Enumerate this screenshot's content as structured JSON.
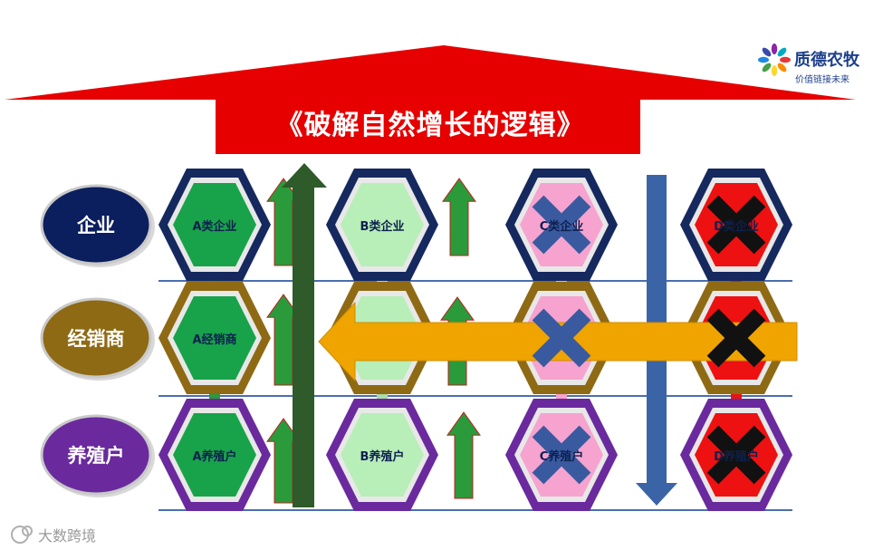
{
  "title": "《破解自然增长的逻辑》",
  "brand": {
    "name": "质德农牧",
    "slogan": "价值链接未来"
  },
  "watermark": "大数跨境",
  "rows": [
    {
      "label": "企业",
      "color": "#0b1e5e"
    },
    {
      "label": "经销商",
      "color": "#8f6a14"
    },
    {
      "label": "养殖户",
      "color": "#6a2a9e"
    }
  ],
  "columns": [
    "A",
    "B",
    "C",
    "D"
  ],
  "nodes": [
    {
      "row": 0,
      "col": 0,
      "label": "A类企业",
      "fill": "#18a34a",
      "ring": "#15295f",
      "crossed": false
    },
    {
      "row": 0,
      "col": 1,
      "label": "B类企业",
      "fill": "#b8eeb8",
      "ring": "#15295f",
      "crossed": false
    },
    {
      "row": 0,
      "col": 2,
      "label": "C类企业",
      "fill": "#f6a3cf",
      "ring": "#15295f",
      "crossed": true
    },
    {
      "row": 0,
      "col": 3,
      "label": "D类企业",
      "fill": "#ee1111",
      "ring": "#15295f",
      "crossed": true
    },
    {
      "row": 1,
      "col": 0,
      "label": "A经销商",
      "fill": "#18a34a",
      "ring": "#8f6a14",
      "crossed": false
    },
    {
      "row": 1,
      "col": 1,
      "label": "",
      "fill": "#b8eeb8",
      "ring": "#8f6a14",
      "crossed": false
    },
    {
      "row": 1,
      "col": 2,
      "label": "",
      "fill": "#f6a3cf",
      "ring": "#8f6a14",
      "crossed": true
    },
    {
      "row": 1,
      "col": 3,
      "label": "",
      "fill": "#ee1111",
      "ring": "#8f6a14",
      "crossed": true
    },
    {
      "row": 2,
      "col": 0,
      "label": "A养殖户",
      "fill": "#18a34a",
      "ring": "#6a2a9e",
      "crossed": false
    },
    {
      "row": 2,
      "col": 1,
      "label": "B养殖户",
      "fill": "#b8eeb8",
      "ring": "#6a2a9e",
      "crossed": false
    },
    {
      "row": 2,
      "col": 2,
      "label": "C养殖户",
      "fill": "#f6a3cf",
      "ring": "#6a2a9e",
      "crossed": true
    },
    {
      "row": 2,
      "col": 3,
      "label": "D养殖户",
      "fill": "#ee1111",
      "ring": "#6a2a9e",
      "crossed": true
    }
  ],
  "colors": {
    "header_arrow": "#e60000",
    "up_arrow_green": "#2a9a3a",
    "dark_up_arrow": "#2f5a2a",
    "down_arrow_blue": "#3a64a6",
    "left_arrow_orange": "#efa400",
    "grid_line": "#4a6fb0",
    "cross_blue": "#3a5aa0",
    "cross_black": "#111111"
  }
}
